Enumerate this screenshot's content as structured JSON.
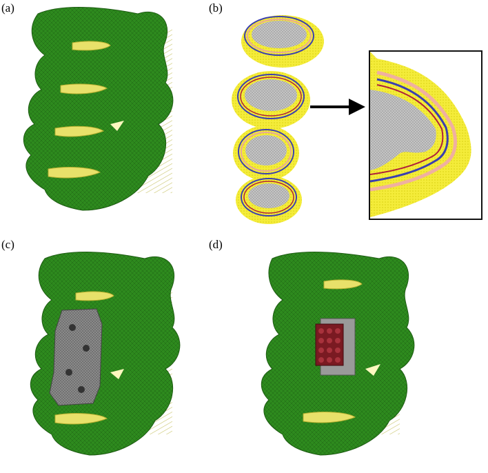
{
  "panels": [
    {
      "label": "(a)"
    },
    {
      "label": "(b)"
    },
    {
      "label": "(c)"
    },
    {
      "label": "(d)"
    }
  ],
  "colors": {
    "bone": "#2e8a1e",
    "bone_dark": "#1d5c12",
    "disc": "#e6e06a",
    "ligament": "#d9d46a",
    "annulus_yellow": "#f2ea2a",
    "nucleus_gray": "#b8b8b8",
    "fiber_blue": "#3b3fb0",
    "fiber_red": "#b0203a",
    "fiber_pink": "#e8a898",
    "plate_gray": "#7a7a7a",
    "implant_red": "#7a1a22",
    "arrow": "#000000"
  },
  "icons": [
    "arrow-right-icon"
  ]
}
